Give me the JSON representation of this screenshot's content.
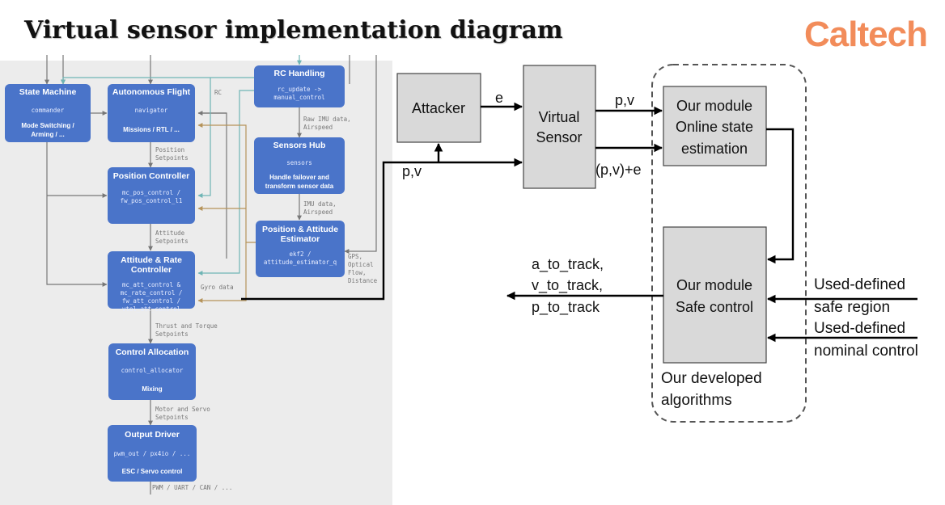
{
  "slide": {
    "title": "Virtual sensor implementation diagram",
    "brand": "Caltech"
  },
  "colors": {
    "px4_panel_bg": "#ececec",
    "px4_box": "#4a74c9",
    "teal_line": "#6fb5b5",
    "brown_line": "#b5935a",
    "orange_brand": "#F28C5A",
    "block_fill": "#d9d9d9"
  },
  "px4": {
    "state_machine": {
      "title": "State Machine",
      "module": "commander",
      "desc": [
        "Mode Switching /",
        "Arming / ..."
      ]
    },
    "autonomous_flight": {
      "title": "Autonomous Flight",
      "module": "navigator",
      "desc": [
        "Missions / RTL / ..."
      ]
    },
    "rc_handling": {
      "title": "RC Handling",
      "module": [
        "rc_update ->",
        "manual_control"
      ]
    },
    "sensors_hub": {
      "title": "Sensors Hub",
      "module": "sensors",
      "desc": [
        "Handle failover and",
        "transform sensor data"
      ]
    },
    "position_controller": {
      "title": "Position Controller",
      "module": [
        "mc_pos_control /",
        "fw_pos_control_l1"
      ]
    },
    "pose_estimator": {
      "title": [
        "Position & Attitude",
        "Estimator"
      ],
      "module": [
        "ekf2 /",
        "attitude_estimator_q"
      ]
    },
    "attitude_rate_controller": {
      "title": [
        "Attitude & Rate",
        "Controller"
      ],
      "module": [
        "mc_att_control &",
        "mc_rate_control /",
        "fw_att_control /",
        "vtol_att_control"
      ]
    },
    "control_allocation": {
      "title": "Control Allocation",
      "module": "control_allocator",
      "desc": [
        "Mixing"
      ]
    },
    "output_driver": {
      "title": "Output Driver",
      "module": "pwm_out / px4io / ...",
      "desc": [
        "ESC / Servo control"
      ]
    },
    "flow_labels": {
      "rc": "RC",
      "position_setpoints": [
        "Position",
        "Setpoints"
      ],
      "raw_imu": [
        "Raw IMU data,",
        "Airspeed"
      ],
      "imu_airspeed": [
        "IMU data,",
        "Airspeed"
      ],
      "attitude_setpoints": [
        "Attitude",
        "Setpoints"
      ],
      "gps_flow": [
        "GPS,",
        "Optical",
        "Flow,",
        "Distance"
      ],
      "gyro": "Gyro data",
      "thrust_torque": [
        "Thrust and Torque",
        "Setpoints"
      ],
      "motor_servo": [
        "Motor and Servo",
        "Setpoints"
      ],
      "pwm": "PWM / UART / CAN / ..."
    }
  },
  "blocks": {
    "attacker": "Attacker",
    "virtual_sensor": [
      "Virtual",
      "Sensor"
    ],
    "online_estimation": [
      "Our module",
      "Online state",
      "estimation"
    ],
    "safe_control": [
      "Our module",
      "Safe control"
    ],
    "developed_label": [
      "Our developed",
      "algorithms"
    ]
  },
  "signals": {
    "e": "e",
    "pv_top": "p,v",
    "pv_left": "p,v",
    "pv_plus_e": "(p,v)+e",
    "tracking": [
      "a_to_track,",
      "v_to_track,",
      "p_to_track"
    ],
    "safe_region": [
      "Used-defined",
      "safe region"
    ],
    "nominal_control": [
      "Used-defined",
      "nominal control"
    ]
  }
}
